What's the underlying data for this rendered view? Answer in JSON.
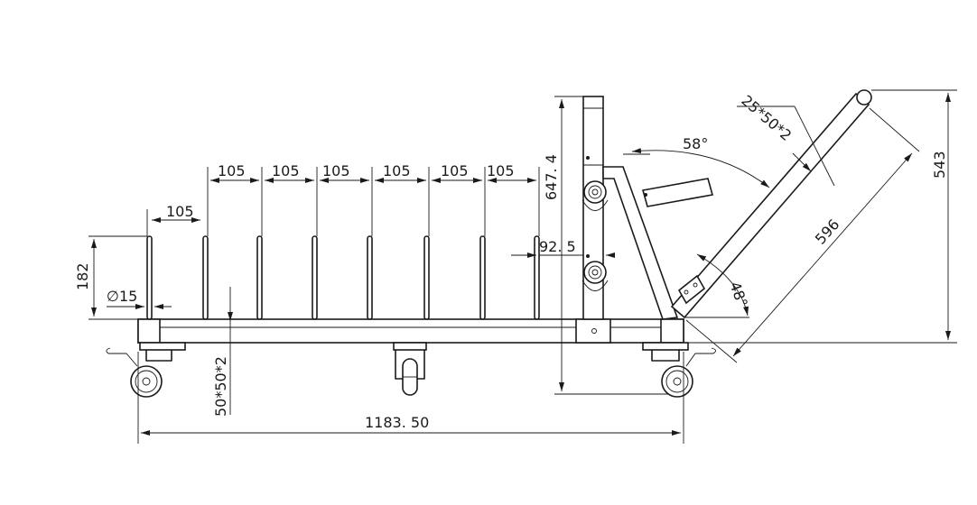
{
  "dimensions": {
    "post_spacing_top": [
      "105",
      "105",
      "105",
      "105",
      "105",
      "105"
    ],
    "post_spacing_left": "105",
    "post_height": "182",
    "tube_diameter": "∅15",
    "base_tube": "50*50*2",
    "total_length": "1183. 50",
    "upright_height": "647. 4",
    "upright_offset": "92. 5",
    "brace_angle": "58°",
    "handle_tube": "25*50*2",
    "handle_length": "596",
    "handle_angle": "48°",
    "overall_height": "543"
  }
}
